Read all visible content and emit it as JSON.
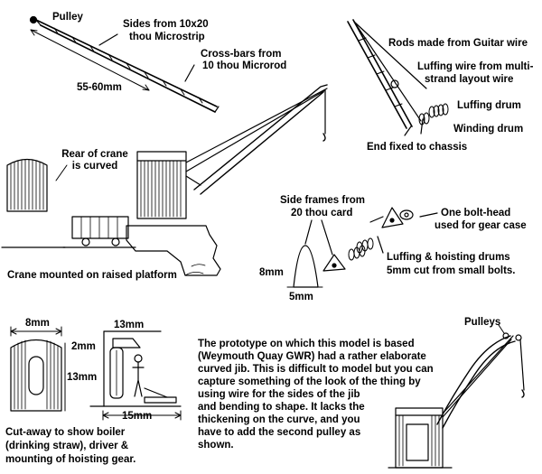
{
  "labels": {
    "pulley": "Pulley",
    "sides_1": "Sides from 10x20",
    "sides_2": "thou Microstrip",
    "crossbars_1": "Cross-bars from",
    "crossbars_2": "10 thou Microrod",
    "length": "55-60mm",
    "rods": "Rods made from Guitar wire",
    "luffing_wire_1": "Luffing wire from multi-",
    "luffing_wire_2": "strand layout wire",
    "luffing_drum": "Luffing drum",
    "winding_drum": "Winding drum",
    "end_fixed": "End fixed to chassis",
    "rear_1": "Rear of crane",
    "rear_2": "is curved",
    "side_frames_1": "Side frames from",
    "side_frames_2": "20 thou card",
    "bolt_head_1": "One bolt-head",
    "bolt_head_2": "used for gear case",
    "drums_1": "Luffing & hoisting drums",
    "drums_2": "5mm cut from small bolts.",
    "raised_platform": "Crane mounted on raised platform",
    "dim_8mm_a": "8mm",
    "dim_5mm": "5mm",
    "dim_8mm_b": "8mm",
    "dim_13mm_top": "13mm",
    "dim_2mm": "2mm",
    "dim_13mm_side": "13mm",
    "dim_15mm": "15mm",
    "pulleys": "Pulleys",
    "cutaway_1": "Cut-away to show boiler",
    "cutaway_2": "(drinking straw), driver &",
    "cutaway_3": "mounting of hoisting gear."
  },
  "prototype_text": [
    "The prototype on which this model is based",
    "(Weymouth Quay GWR) had a rather elaborate",
    "curved jib. This is difficult to model but you can",
    "capture something of the look of the thing by",
    "using wire for the sides of the jib",
    "and bending to shape. It lacks the",
    "thickening on the curve, and  you",
    "have to add the second pulley as",
    "shown."
  ]
}
